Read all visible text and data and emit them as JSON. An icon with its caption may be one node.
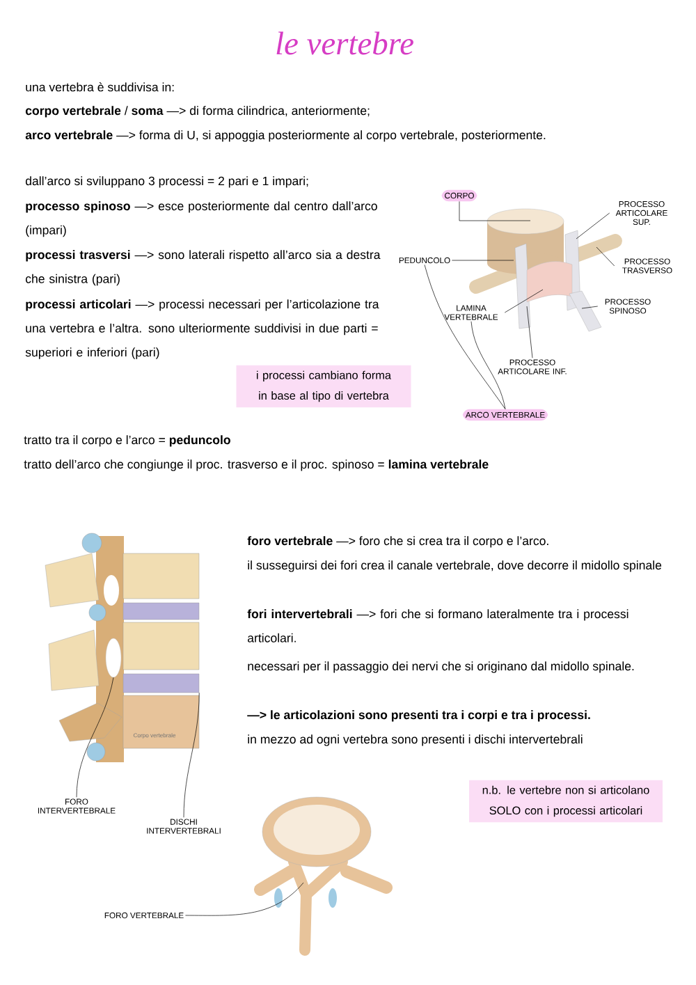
{
  "diagram": {
    "title": "le vertebre",
    "nodes": [
      {
        "text": [
          "CORPO"
        ]
      },
      {
        "text": [
          "PROCESSO ARTICOLARE SUP."
        ]
      },
      {
        "text": [
          "PEDUNCOLO"
        ]
      },
      {
        "text": [
          "PROCESSO TRASVERSO"
        ]
      },
      {
        "text": [
          "LAMINA VERTEBRALE"
        ]
      },
      {
        "text": [
          "PROCESSO SPINOSO"
        ]
      },
      {
        "text": [
          "PROCESSO ARTICOLARE INF."
        ]
      },
      {
        "text": [
          "ARCO VERTEBRALE"
        ]
      },
      {
        "text": [
          "i processi cambiano forma in base al tipo di vertebra"
        ]
      },
      {
        "text": [
          "FORO INTERVERTEBRALE"
        ]
      },
      {
        "text": [
          "DISCHI INTERVERTEBRALI"
        ]
      },
      {
        "text": [
          "n.b. le vertebre non si articolano SOLO con i processi articolari"
        ]
      },
      {
        "text": [
          "FORO VERTEBRALE"
        ]
      },
      {
        "text": [],
        "shape": "bar"
      },
      {
        "text": [],
        "shape": "circle"
      }
    ],
    "edges": [
      {
        "from": 0,
        "to": null,
        "arrow": "none"
      },
      {
        "from": 1,
        "to": null,
        "arrow": "none"
      },
      {
        "from": 2,
        "to": null,
        "arrow": "none"
      },
      {
        "from": 3,
        "to": null,
        "arrow": "none"
      },
      {
        "from": 4,
        "to": null,
        "arrow": "none"
      },
      {
        "from": 5,
        "to": null,
        "arrow": "none"
      },
      {
        "from": 6,
        "to": null,
        "arrow": "none"
      },
      {
        "from": 2,
        "to": 7,
        "arrow": "none"
      },
      {
        "from": 4,
        "to": 7,
        "arrow": "none"
      },
      {
        "from": 9,
        "to": 14,
        "arrow": "none"
      },
      {
        "from": 10,
        "to": 13,
        "arrow": "none"
      },
      {
        "from": 12,
        "to": null,
        "arrow": "none"
      }
    ],
    "labels": [
      "una vertebra è suddivisa in:",
      "**corpo vertebrale** / **soma** —> di forma cilindrica, anteriormente;",
      "**arco vertebrale** —> forma di U, si appoggia posteriormente al corpo vertebrale, posteriormente.",
      "dall’arco si sviluppano 3 processi = 2 pari e 1 impari;",
      "**processo spinoso** —> esce posteriormente dal centro dall’arco (impari)",
      "**processi trasversi** —> sono laterali rispetto all’arco sia a destra che sinistra (pari)",
      "**processi articolari** —> processi necessari per l’articolazione tra una vertebra e l’altra. sono ulteriormente suddivisi in due parti = superiori e inferiori (pari)",
      "tratto tra il corpo e l’arco = **peduncolo**",
      "tratto dell’arco che congiunge il proc. trasverso e il proc. spinoso = **lamina vertebrale**",
      "**foro vertebrale** —> foro che si crea tra il corpo e l’arco.",
      "il susseguirsi dei fori crea il canale vertebrale, dove decorre il midollo spinale",
      "**fori intervertebrali** —> fori che si formano lateralmente tra i processi articolari.",
      "necessari per il passaggio dei nervi che si originano dal midollo spinale.",
      "—> le articolazioni sono presenti tra i corpi e tra i processi.",
      "in mezzo ad ogni vertebra sono presenti i dischi intervertebrali",
      "Corpo vertebrale"
    ]
  }
}
